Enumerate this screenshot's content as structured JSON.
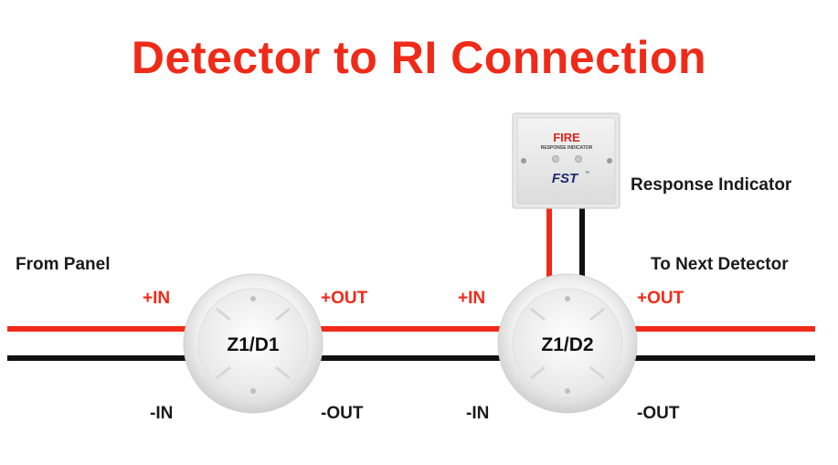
{
  "title": "Detector to RI Connection",
  "labels": {
    "from_panel": "From Panel",
    "to_next": "To Next Detector",
    "response_indicator": "Response Indicator",
    "d1_pos_in": "+IN",
    "d1_pos_out": "+OUT",
    "d1_neg_in": "-IN",
    "d1_neg_out": "-OUT",
    "d2_pos_in": "+IN",
    "d2_pos_out": "+OUT",
    "d2_neg_in": "-IN",
    "d2_neg_out": "-OUT"
  },
  "detectors": {
    "d1": "Z1/D1",
    "d2": "Z1/D2"
  },
  "ri_device": {
    "heading": "FIRE",
    "subheading": "RESPONSE INDICATOR",
    "brand": "FST",
    "trademark": "™"
  },
  "colors": {
    "title": "#f02a18",
    "positive_wire": "#f02a18",
    "negative_wire": "#111111"
  }
}
